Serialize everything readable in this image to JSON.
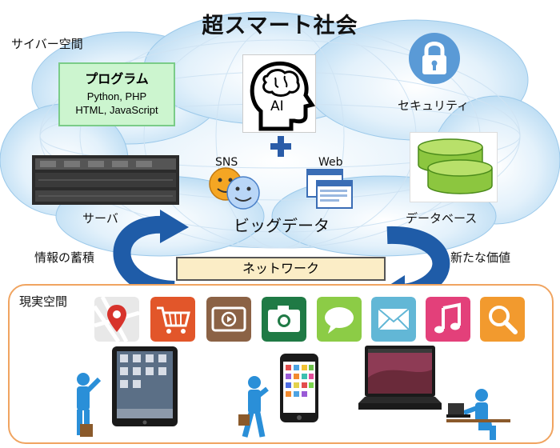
{
  "title": "超スマート社会",
  "cyber_space_label": "サイバー空間",
  "real_space_label": "現実空間",
  "program": {
    "heading": "プログラム",
    "line1": "Python, PHP",
    "line2": "HTML, JavaScript"
  },
  "ai_label": "AI",
  "security_label": "セキュリティ",
  "server_label": "サーバ",
  "sns_label": "SNS",
  "web_label": "Web",
  "bigdata_label": "ビッグデータ",
  "database_label": "データベース",
  "accumulation_label": "情報の蓄積",
  "new_value_label": "新たな価値",
  "network_label": "ネットワーク",
  "colors": {
    "cloud": "#c7e3f6",
    "arrow": "#1f5ca8",
    "real_border": "#f0a460",
    "program_bg": "#ccf5cf",
    "network_bg": "#fbedc6"
  },
  "apps": [
    "map-app-icon",
    "shopping-cart-app-icon",
    "video-app-icon",
    "camera-app-icon",
    "chat-app-icon",
    "mail-app-icon",
    "music-app-icon",
    "search-app-icon"
  ]
}
